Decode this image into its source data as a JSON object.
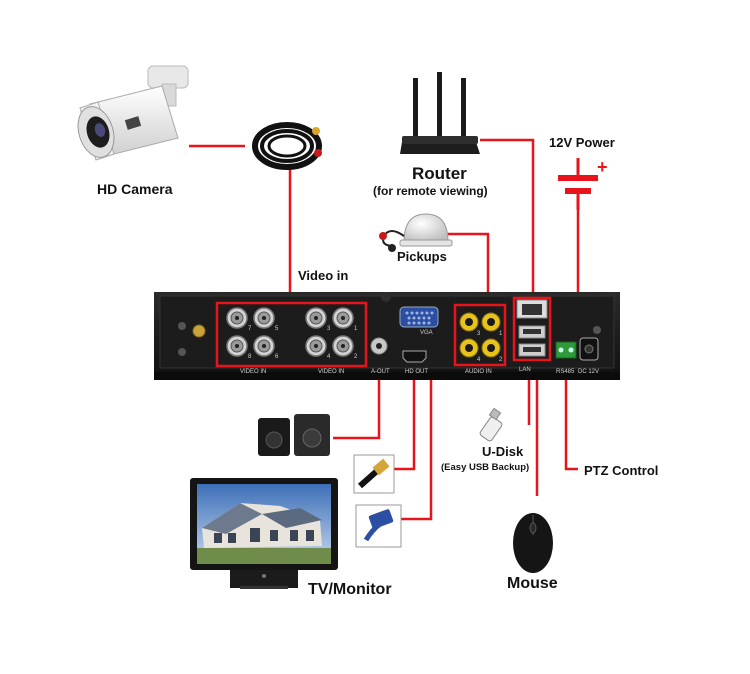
{
  "labels": {
    "hd_camera": "HD Camera",
    "video_in": "Video in",
    "router": "Router",
    "router_sub": "(for remote viewing)",
    "power": "12V Power",
    "pickups": "Pickups",
    "udisk": "U-Disk",
    "udisk_sub": "(Easy USB Backup)",
    "ptz": "PTZ Control",
    "tv_monitor": "TV/Monitor",
    "mouse": "Mouse"
  },
  "panel": {
    "video_in_a": "VIDEO IN",
    "video_in_b": "VIDEO IN",
    "vga": "VGA",
    "a_out": "A-OUT",
    "hd_out": "HD OUT",
    "audio_in": "AUDIO IN",
    "dc": "DC 12V",
    "rs485": "RS485",
    "lan": "LAN",
    "port_nums_left_top": [
      "7",
      "5"
    ],
    "port_nums_left_bottom": [
      "8",
      "6"
    ],
    "port_nums_right_top": [
      "3",
      "1"
    ],
    "port_nums_right_bottom": [
      "4",
      "2"
    ],
    "audio_nums_top": [
      "3",
      "1"
    ],
    "audio_nums_bottom": [
      "4",
      "2"
    ]
  },
  "colors": {
    "line": "#e8141c",
    "dvr_body": "#141414",
    "dvr_panel": "#1c1c1c",
    "rca_yellow": "#e8c31c"
  },
  "icons": {
    "camera": "bullet-camera-icon",
    "cable": "cable-coil-icon",
    "router": "wifi-router-icon",
    "power": "dc-power-symbol",
    "mic": "dome-microphone-icon",
    "speakers": "speakers-icon",
    "hdmi": "hdmi-cable-icon",
    "vga_cable": "vga-cable-icon",
    "usb": "usb-drive-icon",
    "mouse": "mouse-icon",
    "monitor": "monitor-icon"
  }
}
